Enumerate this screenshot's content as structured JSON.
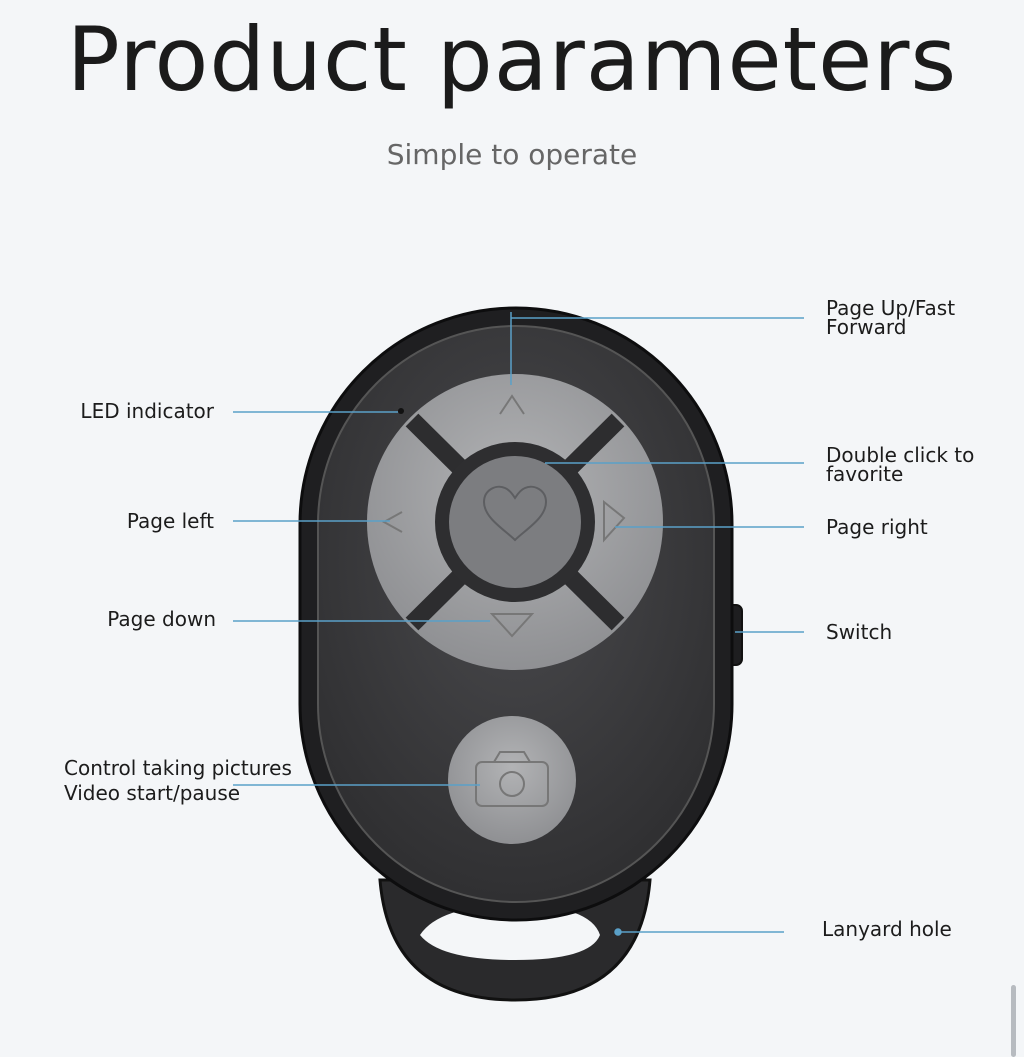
{
  "header": {
    "title": "Product parameters",
    "subtitle": "Simple to operate"
  },
  "labels": {
    "page_up": "Page Up/Fast",
    "page_up_2": "Forward",
    "led": "LED indicator",
    "double_click": "Double click to",
    "double_click_2": "favorite",
    "page_left": "Page left",
    "page_right": "Page right",
    "page_down": "Page down",
    "switch": "Switch",
    "control_1": "Control taking pictures",
    "control_2": "Video start/pause",
    "lanyard": "Lanyard hole"
  },
  "colors": {
    "device_body": "#2b2b2d",
    "device_face": "#3a3a3c",
    "button_gray": "#9a9b9d",
    "leader_line": "#5aa0c8"
  },
  "icons": [
    "heart-icon",
    "camera-icon",
    "arrow-up-icon",
    "arrow-down-icon",
    "arrow-left-icon",
    "arrow-right-icon"
  ]
}
